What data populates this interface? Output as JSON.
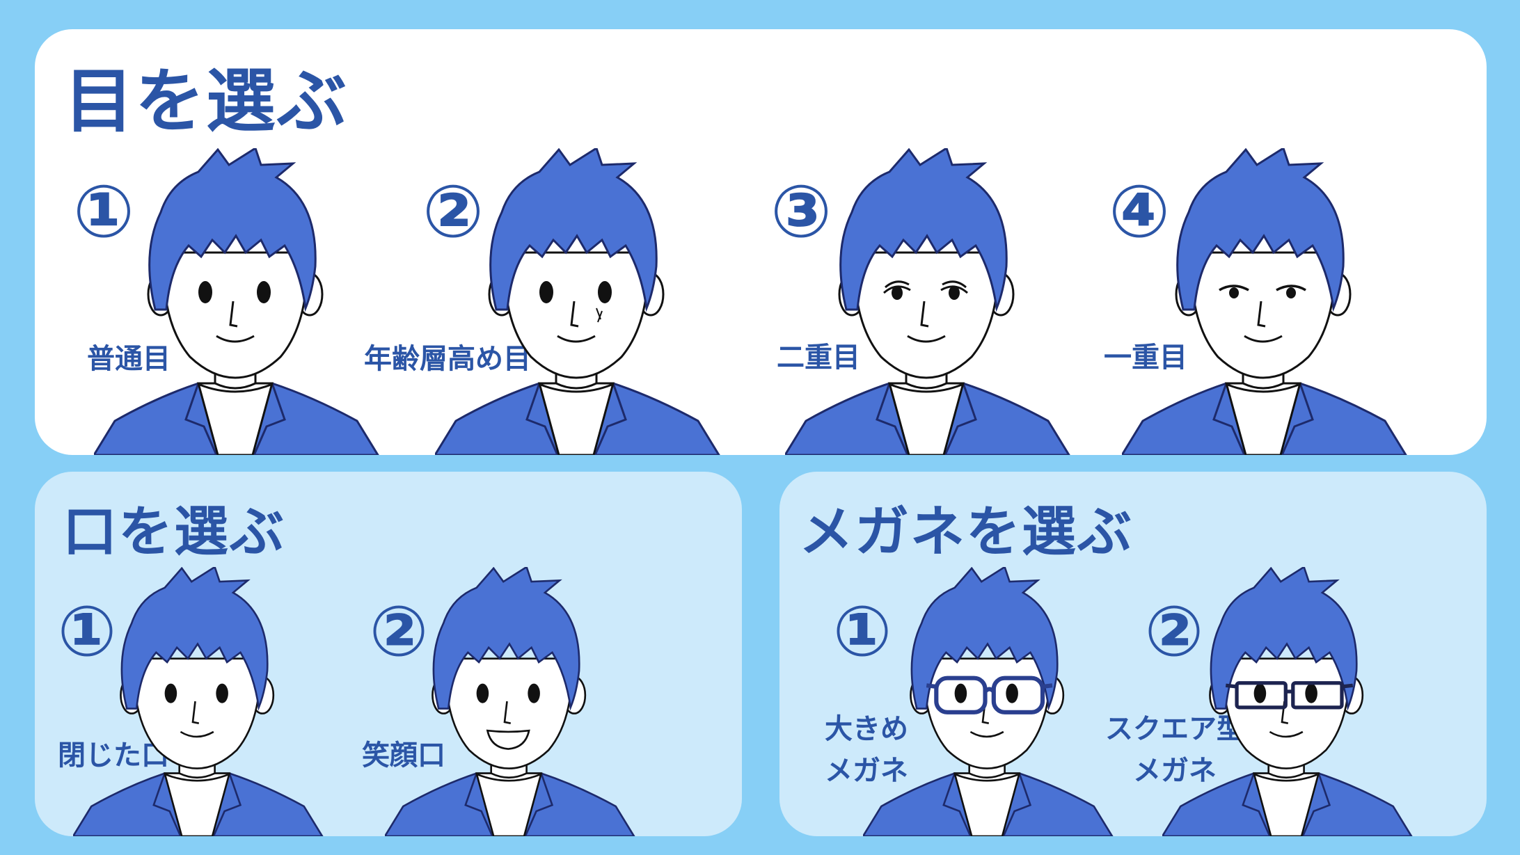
{
  "colors": {
    "background": "#87cff6",
    "panel_white": "#ffffff",
    "panel_light": "#cdeafb",
    "accent": "#2b55a6",
    "hair": "#4a72d4"
  },
  "eyes_section": {
    "title": "目を選ぶ",
    "options": [
      {
        "number": "①",
        "label": "普通目",
        "eyes": "dot",
        "mouth": "smile",
        "glasses": "none",
        "mark": false
      },
      {
        "number": "②",
        "label": "年齢層高め目",
        "eyes": "dot",
        "mouth": "smile",
        "glasses": "none",
        "mark": true
      },
      {
        "number": "③",
        "label": "二重目",
        "eyes": "double",
        "mouth": "smile",
        "glasses": "none",
        "mark": false
      },
      {
        "number": "④",
        "label": "一重目",
        "eyes": "single",
        "mouth": "smile",
        "glasses": "none",
        "mark": false
      }
    ]
  },
  "mouth_section": {
    "title": "口を選ぶ",
    "options": [
      {
        "number": "①",
        "label": "閉じた口",
        "eyes": "dot",
        "mouth": "smile",
        "glasses": "none",
        "mark": false
      },
      {
        "number": "②",
        "label": "笑顔口",
        "eyes": "dot",
        "mouth": "open",
        "glasses": "none",
        "mark": false
      }
    ]
  },
  "glasses_section": {
    "title": "メガネを選ぶ",
    "options": [
      {
        "number": "①",
        "label_line1": "大きめ",
        "label_line2": "メガネ",
        "eyes": "dot",
        "mouth": "smile",
        "glasses": "big",
        "mark": false
      },
      {
        "number": "②",
        "label_line1": "スクエア型",
        "label_line2": "メガネ",
        "eyes": "dot",
        "mouth": "smile",
        "glasses": "square",
        "mark": false
      }
    ]
  }
}
